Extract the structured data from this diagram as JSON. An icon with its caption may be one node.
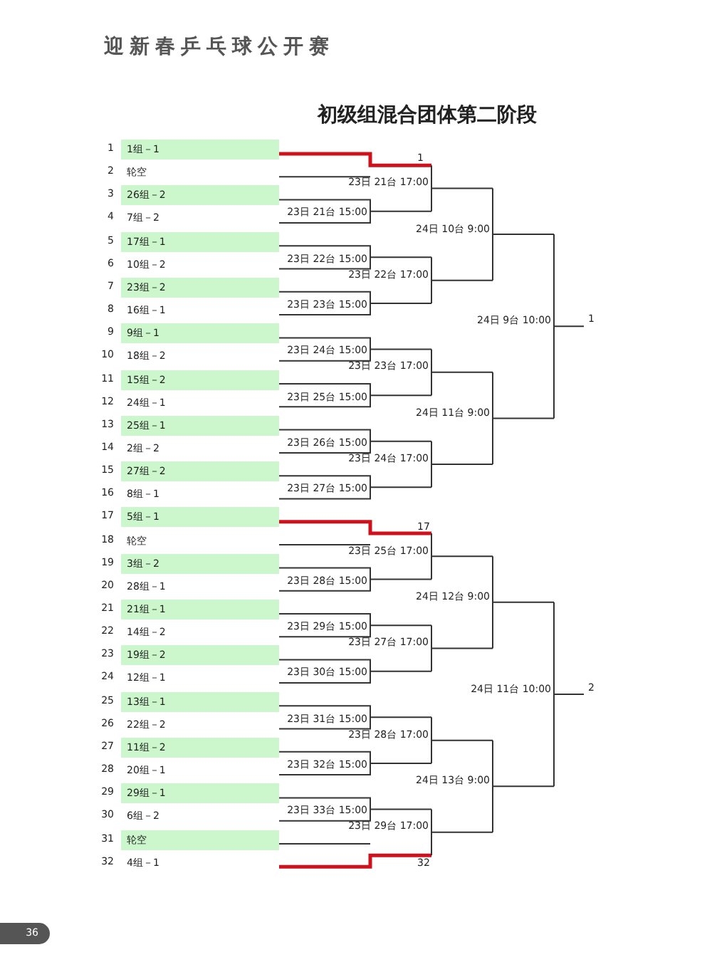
{
  "diagram": {
    "title": "初级组混合团体第二阶段",
    "labels": [
      "迎新春乒乓球公开赛",
      "1",
      "1组－1",
      "2",
      "轮空",
      "3",
      "26组－2",
      "4",
      "7组－2",
      "5",
      "17组－1",
      "6",
      "10组－2",
      "7",
      "23组－2",
      "8",
      "16组－1",
      "9",
      "9组－1",
      "10",
      "18组－2",
      "11",
      "15组－2",
      "12",
      "24组－1",
      "13",
      "25组－1",
      "14",
      "2组－2",
      "15",
      "27组－2",
      "16",
      "8组－1",
      "17",
      "5组－1",
      "18",
      "轮空",
      "19",
      "3组－2",
      "20",
      "28组－1",
      "21",
      "21组－1",
      "22",
      "14组－2",
      "23",
      "19组－2",
      "24",
      "12组－1",
      "25",
      "13组－1",
      "26",
      "22组－2",
      "27",
      "11组－2",
      "28",
      "20组－1",
      "29",
      "29组－1",
      "30",
      "6组－2",
      "31",
      "轮空",
      "32",
      "4组－1",
      "23日 21台 15:00",
      "23日 22台 15:00",
      "23日 23台 15:00",
      "23日 24台 15:00",
      "23日 25台 15:00",
      "23日 26台 15:00",
      "23日 27台 15:00",
      "23日 28台 15:00",
      "23日 29台 15:00",
      "23日 30台 15:00",
      "23日 31台 15:00",
      "23日 32台 15:00",
      "23日 33台 15:00",
      "23日 21台 17:00",
      "23日 22台 17:00",
      "23日 23台 17:00",
      "23日 24台 17:00",
      "23日 25台 17:00",
      "23日 27台 17:00",
      "23日 28台 17:00",
      "23日 29台 17:00",
      "24日 10台 9:00",
      "24日 11台 9:00",
      "24日 12台 9:00",
      "24日 13台 9:00",
      "24日 9台 10:00",
      "24日 11台 10:00",
      "1",
      "17",
      "32",
      "1",
      "2",
      "36"
    ]
  }
}
